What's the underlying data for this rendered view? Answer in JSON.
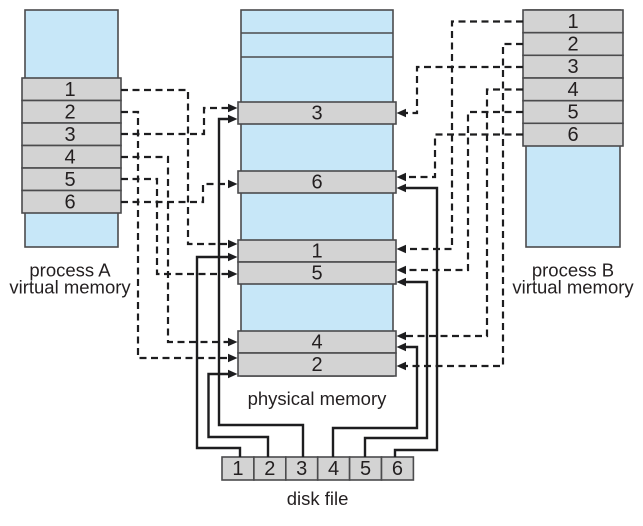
{
  "columns": {
    "process_a": {
      "caption_line1": "process A",
      "caption_line2": "virtual memory",
      "pages": [
        "1",
        "2",
        "3",
        "4",
        "5",
        "6"
      ]
    },
    "process_b": {
      "caption_line1": "process B",
      "caption_line2": "virtual memory",
      "pages": [
        "1",
        "2",
        "3",
        "4",
        "5",
        "6"
      ]
    },
    "physical": {
      "caption": "physical memory",
      "frames": [
        "3",
        "6",
        "1",
        "5",
        "4",
        "2"
      ]
    },
    "disk": {
      "caption": "disk file",
      "blocks": [
        "1",
        "2",
        "3",
        "4",
        "5",
        "6"
      ]
    }
  },
  "mappings": {
    "dashed_page_to_frame": [
      "A1→frame 1",
      "A2→frame 2",
      "A3→frame 3",
      "A4→frame 4",
      "A5→frame 5",
      "A6→frame 6",
      "B1→frame 1",
      "B2→frame 2",
      "B3→frame 3",
      "B4→frame 4",
      "B5→frame 5",
      "B6→frame 6"
    ],
    "solid_disk_to_frame": [
      "disk 1→frame 1",
      "disk 2→frame 2",
      "disk 3→frame 3",
      "disk 4→frame 4",
      "disk 5→frame 5",
      "disk 6→frame 6"
    ]
  },
  "colors": {
    "memory_fill": "#c7e7f8",
    "page_fill": "#d3d3d3",
    "border": "#4b4b4d",
    "line": "#1d1d1f"
  }
}
